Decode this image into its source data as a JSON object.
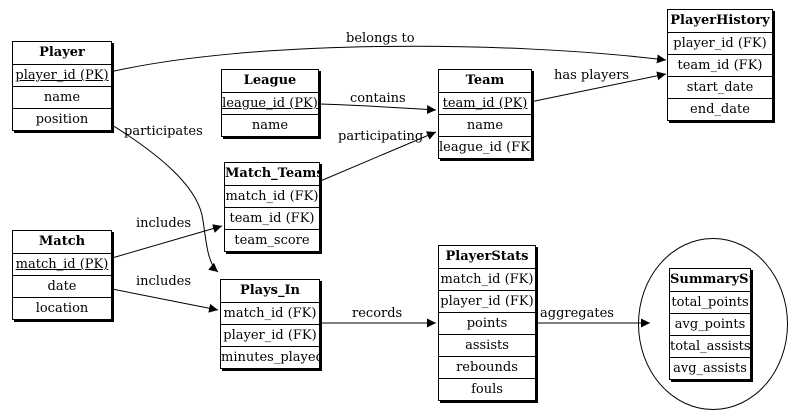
{
  "entities": {
    "player": {
      "title": "Player",
      "rows": [
        "player_id (PK)",
        "name",
        "position"
      ]
    },
    "league": {
      "title": "League",
      "rows": [
        "league_id (PK)",
        "name"
      ]
    },
    "team": {
      "title": "Team",
      "rows": [
        "team_id (PK)",
        "name",
        "league_id (FK)"
      ]
    },
    "player_history": {
      "title": "PlayerHistory",
      "rows": [
        "player_id (FK)",
        "team_id (FK)",
        "start_date",
        "end_date"
      ]
    },
    "match_teams": {
      "title": "Match_Teams",
      "rows": [
        "match_id (FK)",
        "team_id (FK)",
        "team_score"
      ]
    },
    "match": {
      "title": "Match",
      "rows": [
        "match_id (PK)",
        "date",
        "location"
      ]
    },
    "plays_in": {
      "title": "Plays_In",
      "rows": [
        "match_id (FK)",
        "player_id (FK)",
        "minutes_played"
      ]
    },
    "player_stats": {
      "title": "PlayerStats",
      "rows": [
        "match_id (FK)",
        "player_id (FK)",
        "points",
        "assists",
        "rebounds",
        "fouls"
      ]
    },
    "summary_stats": {
      "title": "SummaryStats",
      "rows": [
        "total_points",
        "avg_points",
        "total_assists",
        "avg_assists"
      ]
    }
  },
  "edge_labels": {
    "belongs_to": "belongs to",
    "has_players": "has players",
    "contains": "contains",
    "participating": "participating",
    "participates": "participates",
    "includes_teams": "includes",
    "includes_plays": "includes",
    "records": "records",
    "aggregates": "aggregates"
  }
}
